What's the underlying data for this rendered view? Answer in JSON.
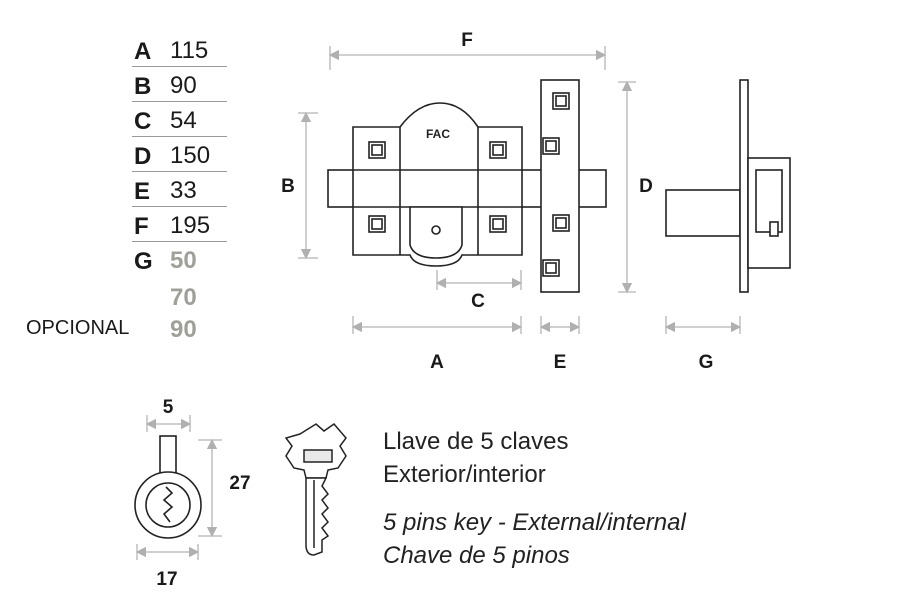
{
  "dimensions": [
    {
      "letter": "A",
      "value": "115"
    },
    {
      "letter": "B",
      "value": "90"
    },
    {
      "letter": "C",
      "value": "54"
    },
    {
      "letter": "D",
      "value": "150"
    },
    {
      "letter": "E",
      "value": "33"
    },
    {
      "letter": "F",
      "value": "195"
    },
    {
      "letter": "G",
      "value": "50"
    }
  ],
  "g_options": [
    "70",
    "90"
  ],
  "opcional_label": "OPCIONAL",
  "diagram_labels": {
    "A": "A",
    "B": "B",
    "C": "C",
    "D": "D",
    "E": "E",
    "F": "F",
    "G": "G"
  },
  "logo_text": "FAC",
  "cylinder": {
    "top": "5",
    "side": "27",
    "bottom": "17"
  },
  "description": {
    "line1": "Llave de 5 claves",
    "line2": "Exterior/interior",
    "line3": "5 pins key - External/internal",
    "line4": "Chave de 5 pinos"
  }
}
